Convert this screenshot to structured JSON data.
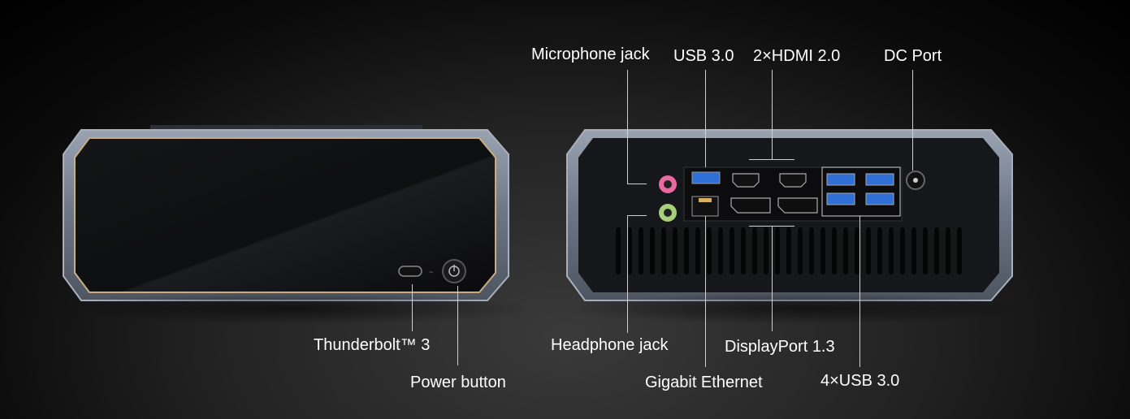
{
  "labels": {
    "microphone_jack": "Microphone jack",
    "usb30_top": "USB 3.0",
    "hdmi": "2×HDMI 2.0",
    "dc_port": "DC Port",
    "thunderbolt": "Thunderbolt™ 3",
    "power_button": "Power button",
    "headphone_jack": "Headphone jack",
    "gigabit_ethernet": "Gigabit Ethernet",
    "displayport": "DisplayPort 1.3",
    "usb30_quad": "4×USB 3.0"
  },
  "colors": {
    "background": "#000000",
    "chassis_frame": "#7d8796",
    "front_panel": "#0f1012",
    "gold_trim": "#b9a27a",
    "usb_blue": "#2f6fd6",
    "mic_pink": "#e86aa0",
    "headphone_green": "#a8d07a",
    "label_text": "#ffffff"
  }
}
